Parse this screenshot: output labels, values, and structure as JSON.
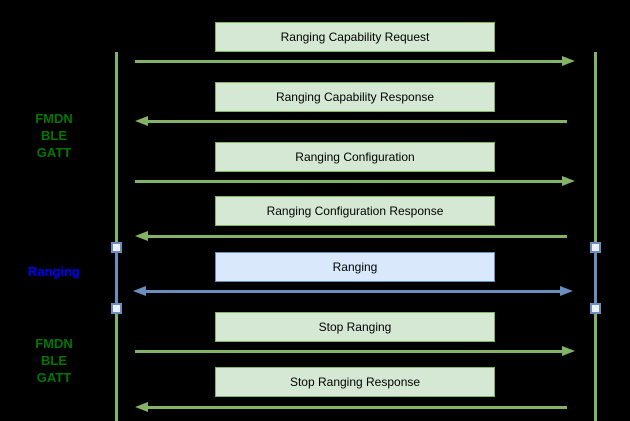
{
  "diagram": {
    "type": "sequence-diagram",
    "background_color": "#000000",
    "colors": {
      "green_fill": "#d5e8d4",
      "green_stroke": "#82b366",
      "blue_fill": "#dae8fc",
      "blue_stroke": "#6c8ebf",
      "side_label_green": "#007700",
      "side_label_blue": "#0000ff",
      "message_text": "#000000"
    },
    "lifelines": [
      {
        "name": "left-lifeline"
      },
      {
        "name": "right-lifeline"
      }
    ],
    "side_labels": [
      {
        "lines": [
          "FMDN",
          "BLE",
          "GATT"
        ],
        "color": "green"
      },
      {
        "lines": [
          "Ranging"
        ],
        "color": "blue"
      },
      {
        "lines": [
          "FMDN",
          "BLE",
          "GATT"
        ],
        "color": "green"
      }
    ],
    "messages": [
      {
        "label": "Ranging Capability Request",
        "direction": "right",
        "color": "green"
      },
      {
        "label": "Ranging Capability Response",
        "direction": "left",
        "color": "green"
      },
      {
        "label": "Ranging Configuration",
        "direction": "right",
        "color": "green"
      },
      {
        "label": "Ranging Configuration Response",
        "direction": "left",
        "color": "green"
      },
      {
        "label": "Ranging",
        "direction": "both",
        "color": "blue"
      },
      {
        "label": "Stop Ranging",
        "direction": "right",
        "color": "green"
      },
      {
        "label": "Stop Ranging Response",
        "direction": "left",
        "color": "green"
      }
    ]
  }
}
